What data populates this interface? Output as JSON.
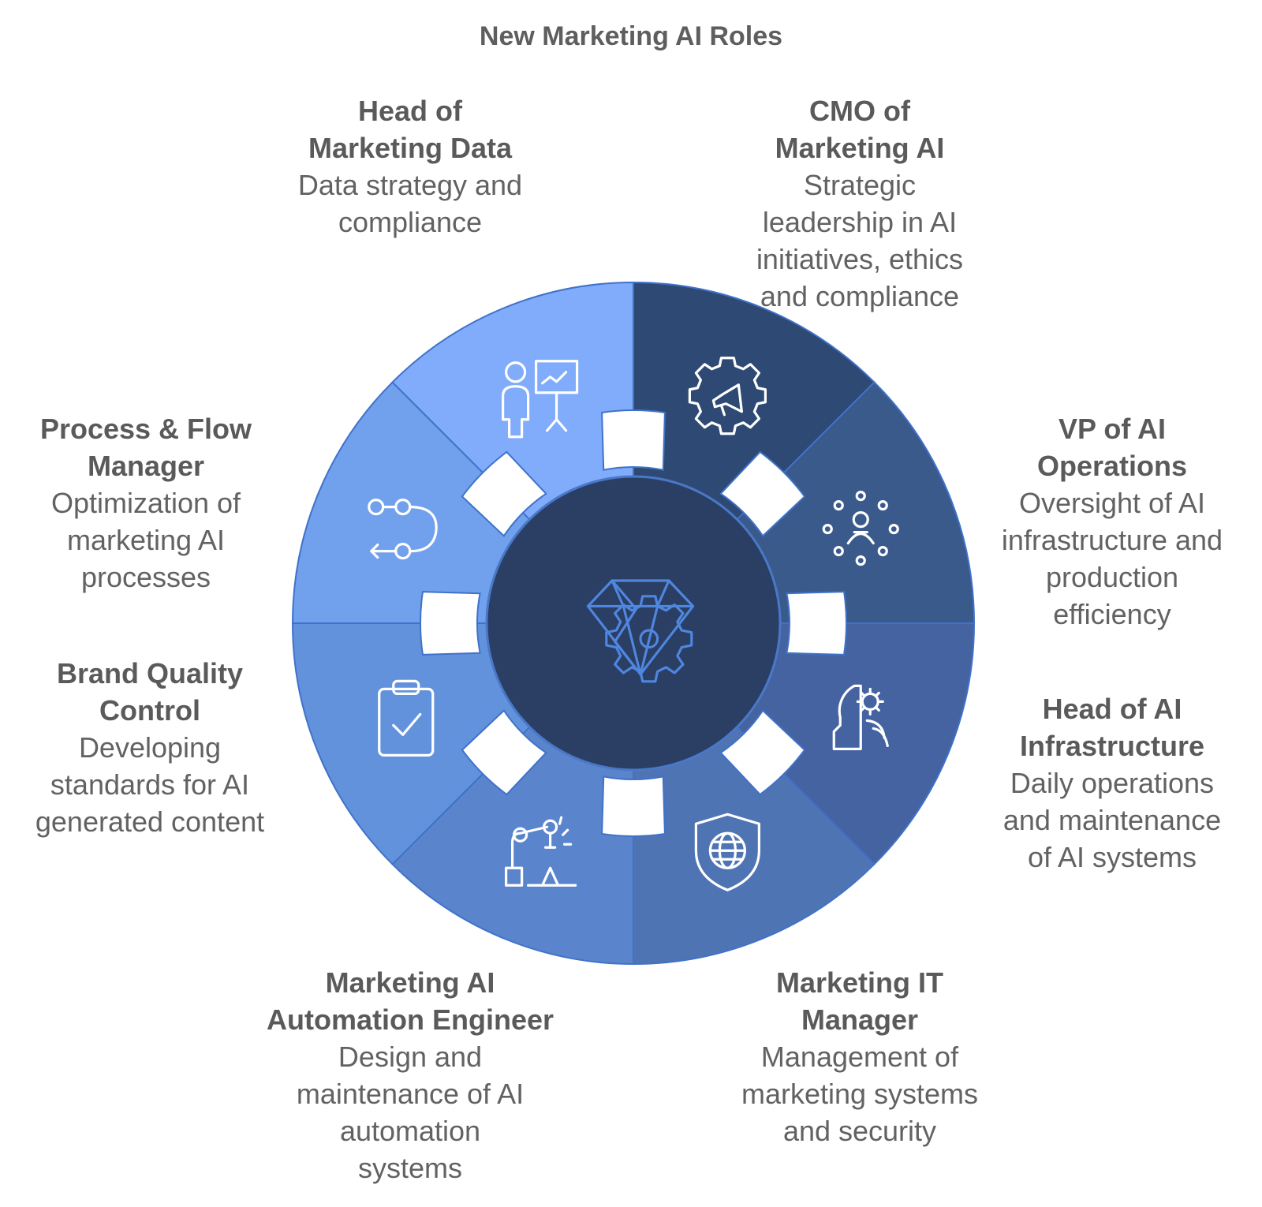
{
  "title": "New Marketing AI Roles",
  "center": {
    "icon": "diamond-gear-icon",
    "color": "#2a3f63"
  },
  "roles": [
    {
      "id": "cmo",
      "name": "CMO of\nMarketing AI",
      "description": "Strategic\nleadership in AI\ninitiatives, ethics\nand compliance",
      "icon": "gear-megaphone-icon",
      "color": "#2e4a74"
    },
    {
      "id": "vp-ops",
      "name": "VP of AI\nOperations",
      "description": "Oversight of AI\ninfrastructure and\nproduction\nefficiency",
      "icon": "team-network-icon",
      "color": "#3a5a8c"
    },
    {
      "id": "head-infra",
      "name": "Head of AI\nInfrastructure",
      "description": "Daily operations\nand maintenance\nof AI systems",
      "icon": "head-gears-icon",
      "color": "#4563a0"
    },
    {
      "id": "it-manager",
      "name": "Marketing IT\nManager",
      "description": "Management of\nmarketing systems\nand security",
      "icon": "shield-globe-icon",
      "color": "#4f74b4"
    },
    {
      "id": "automation-engineer",
      "name": "Marketing AI\nAutomation Engineer",
      "description": "Design and\nmaintenance of AI\nautomation\nsystems",
      "icon": "robot-arm-icon",
      "color": "#5a85cc"
    },
    {
      "id": "brand-quality",
      "name": "Brand Quality\nControl",
      "description": "Developing\nstandards for AI\ngenerated content",
      "icon": "clipboard-check-icon",
      "color": "#6392dc"
    },
    {
      "id": "process-flow",
      "name": "Process & Flow\nManager",
      "description": "Optimization of\nmarketing AI\nprocesses",
      "icon": "flow-path-icon",
      "color": "#71a0ec"
    },
    {
      "id": "head-data",
      "name": "Head of\nMarketing Data",
      "description": "Data strategy and\ncompliance",
      "icon": "presenter-chart-icon",
      "color": "#80acfb"
    }
  ]
}
